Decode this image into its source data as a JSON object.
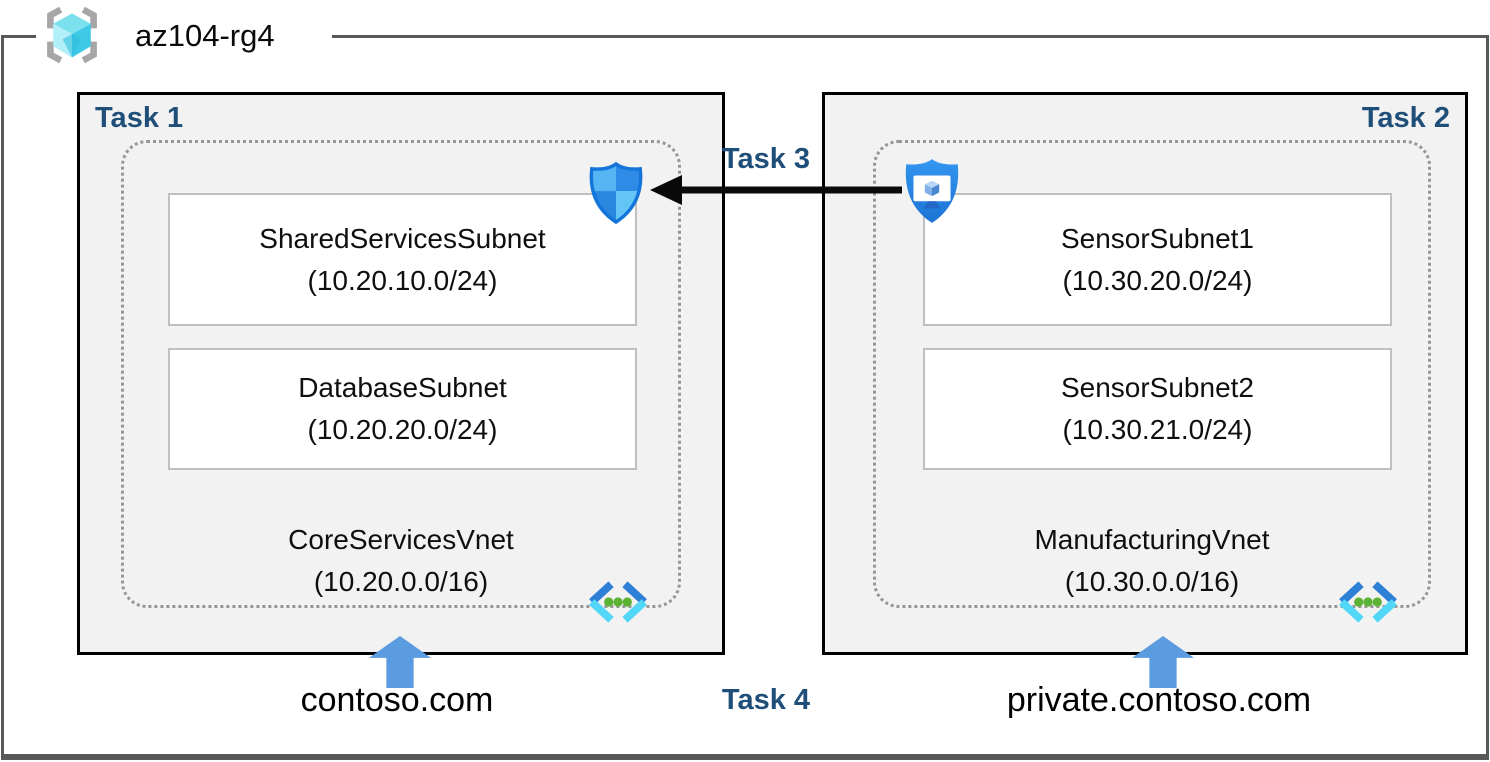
{
  "resource_group": {
    "name": "az104-rg4"
  },
  "labels": {
    "task1": "Task 1",
    "task2": "Task 2",
    "task3": "Task 3",
    "task4": "Task 4"
  },
  "vnets": [
    {
      "name": "CoreServicesVnet",
      "cidr": "(10.20.0.0/16)",
      "dns_zone": "contoso.com",
      "subnets": [
        {
          "name": "SharedServicesSubnet",
          "cidr": "(10.20.10.0/24)"
        },
        {
          "name": "DatabaseSubnet",
          "cidr": "(10.20.20.0/24)"
        }
      ]
    },
    {
      "name": "ManufacturingVnet",
      "cidr": "(10.30.0.0/16)",
      "dns_zone": "private.contoso.com",
      "subnets": [
        {
          "name": "SensorSubnet1",
          "cidr": "(10.30.20.0/24)"
        },
        {
          "name": "SensorSubnet2",
          "cidr": "(10.30.21.0/24)"
        }
      ]
    }
  ],
  "icons": {
    "resource_group": "resource-group-icon",
    "nsg": "network-security-group-shield-icon",
    "asg": "application-security-group-shield-icon",
    "vnet": "virtual-network-icon",
    "peering_arrow": "left-arrow",
    "dns_arrow": "up-arrow"
  },
  "colors": {
    "task_label_navy": "#1f4e79",
    "box_background": "#f2f2f2",
    "box_border": "#000000",
    "frame_gray": "#595959",
    "subnet_border": "#bfbfbf",
    "dotted_border": "#969696",
    "up_arrow_blue": "#5b9be0",
    "shield_blue": "#2b87e6",
    "vnet_icon_dark_blue": "#2e7fd6",
    "vnet_icon_cyan": "#53d7f8",
    "vnet_icon_green": "#5cb233",
    "cube_cyan": "#3ec9e6"
  }
}
